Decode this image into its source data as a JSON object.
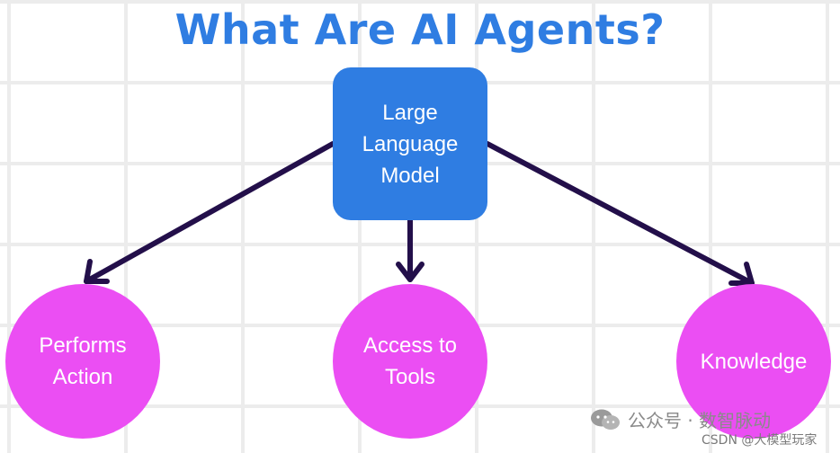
{
  "title": "What Are AI Agents?",
  "center_node": {
    "label": "Large Language Model"
  },
  "nodes": [
    {
      "label": "Performs Action"
    },
    {
      "label": "Access to Tools"
    },
    {
      "label": "Knowledge"
    }
  ],
  "watermark": {
    "text": "公众号 · 数智脉动"
  },
  "credit": "CSDN @大模型玩家",
  "colors": {
    "title": "#2f7de2",
    "center_node": "#2f7de2",
    "nodes": "#eb4ef3",
    "arrows": "#230f4a"
  }
}
